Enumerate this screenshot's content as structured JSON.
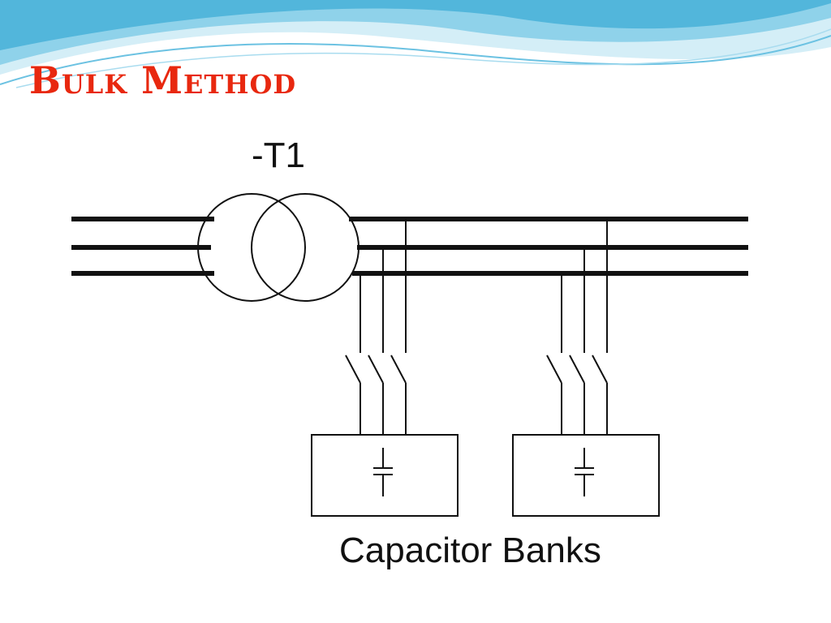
{
  "slide": {
    "title": "Bulk Method",
    "colors": {
      "title": "#e8280f",
      "header_wave_light": "#d4eef7",
      "header_wave_mid": "#7fcbe6",
      "header_wave_dark": "#3aa6cf",
      "line": "#111111"
    }
  },
  "diagram": {
    "transformer_label": "-T1",
    "banks_label": "Capacitor Banks",
    "bus_phases": 3,
    "capacitor_banks": 2
  }
}
